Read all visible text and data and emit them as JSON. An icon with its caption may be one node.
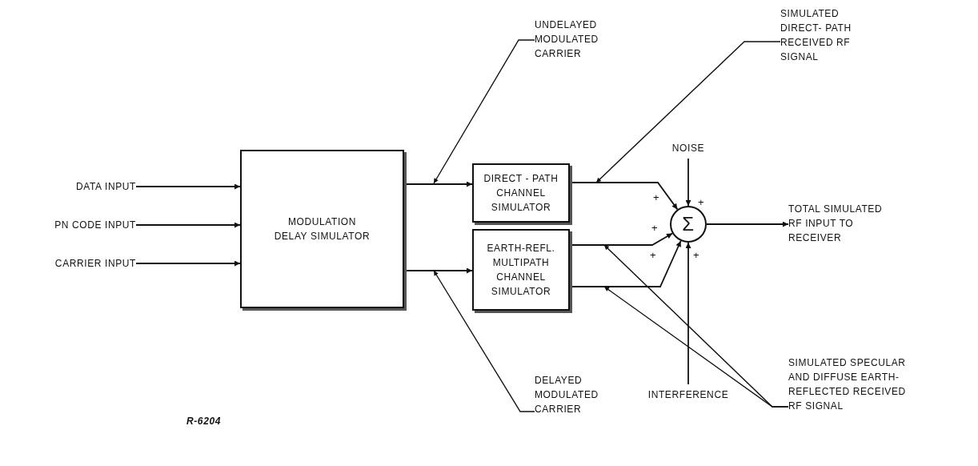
{
  "diagram": {
    "nodes": [
      {
        "text": [
          "DATA INPUT"
        ]
      },
      {
        "text": [
          "PN CODE INPUT"
        ]
      },
      {
        "text": [
          "CARRIER INPUT"
        ]
      },
      {
        "text": [
          "MODULATION DELAY SIMULATOR"
        ]
      },
      {
        "text": [
          "DIRECT - PATH CHANNEL SIMULATOR"
        ]
      },
      {
        "text": [
          "EARTH-REFL. MULTIPATH CHANNEL SIMULATOR"
        ]
      },
      {
        "text": [
          "Σ"
        ]
      },
      {
        "text": [
          "NOISE"
        ]
      },
      {
        "text": [
          "INTERFERENCE"
        ]
      },
      {
        "text": [
          "TOTAL SIMULATED RF INPUT TO RECEIVER"
        ]
      },
      {
        "text": [
          "UNDELAYED MODULATED CARRIER"
        ]
      },
      {
        "text": [
          "DELAYED MODULATED CARRIER"
        ]
      },
      {
        "text": [
          "SIMULATED DIRECT- PATH RECEIVED RF SIGNAL"
        ]
      },
      {
        "text": [
          "SIMULATED SPECULAR AND DIFFUSE EARTH- REFLECTED RECEIVED RF SIGNAL"
        ]
      }
    ],
    "edges": [
      {
        "from": 0,
        "to": 3,
        "arrow": "to"
      },
      {
        "from": 1,
        "to": 3,
        "arrow": "to"
      },
      {
        "from": 2,
        "to": 3,
        "arrow": "to"
      },
      {
        "from": 3,
        "to": 4,
        "arrow": "to"
      },
      {
        "from": 3,
        "to": 5,
        "arrow": "to"
      },
      {
        "from": 4,
        "to": 6,
        "arrow": "to"
      },
      {
        "from": 5,
        "to": 6,
        "arrow": "to"
      },
      {
        "from": 5,
        "to": 6,
        "arrow": "to"
      },
      {
        "from": 7,
        "to": 6,
        "arrow": "to"
      },
      {
        "from": 8,
        "to": 6,
        "arrow": "to"
      },
      {
        "from": 6,
        "to": 9,
        "arrow": "to"
      },
      {
        "from": 10,
        "to": null,
        "arrow": "to"
      },
      {
        "from": 11,
        "to": null,
        "arrow": "to"
      },
      {
        "from": 12,
        "to": null,
        "arrow": "to"
      },
      {
        "from": 13,
        "to": null,
        "arrow": "to"
      },
      {
        "from": 13,
        "to": null,
        "arrow": "to"
      }
    ],
    "labels": [
      "+",
      "+",
      "+",
      "+",
      "+",
      "R-6204"
    ]
  }
}
